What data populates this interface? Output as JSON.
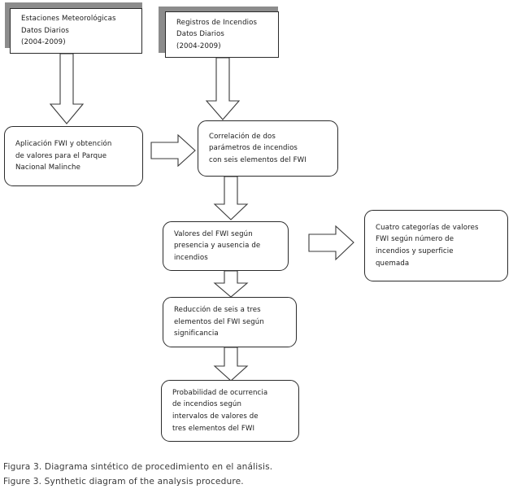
{
  "figure": {
    "caption_es": "Figura 3. Diagrama sintético de procedimiento en el análisis.",
    "caption_en": "Figure 3. Synthetic diagram of the analysis procedure."
  },
  "diagram": {
    "type": "flowchart",
    "background_color": "#ffffff",
    "line_color": "#2b2b2b",
    "shadow_color": "#8c8c8c",
    "nodes": [
      {
        "id": "weather-stations",
        "shape": "stacked-rectangle",
        "text": "Estaciones Meteorológicas\nDatos Diarios\n(2004-2009)"
      },
      {
        "id": "fire-records",
        "shape": "stacked-rectangle",
        "text": "Registros de Incendios\nDatos Diarios\n(2004-2009)"
      },
      {
        "id": "fwi-application",
        "shape": "rounded-rectangle",
        "text": "Aplicación FWI y obtención\nde valores para el Parque\nNacional Malinche"
      },
      {
        "id": "correlation",
        "shape": "rounded-rectangle",
        "text": "Correlación de dos\nparámetros de incendios\ncon seis elementos del FWI"
      },
      {
        "id": "fwi-values",
        "shape": "rounded-rectangle",
        "text": "Valores del FWI según\npresencia y ausencia de\nincendios"
      },
      {
        "id": "four-categories",
        "shape": "rounded-rectangle",
        "text": "Cuatro categorías de valores\nFWI según número de\nincendios y superficie\nquemada"
      },
      {
        "id": "reduction",
        "shape": "rounded-rectangle",
        "text": "Reducción de seis a tres\nelementos del FWI según\nsignificancia"
      },
      {
        "id": "probability",
        "shape": "rounded-rectangle",
        "text": "Probabilidad de ocurrencia\nde incendios según\nintervalos de valores de\ntres elementos del FWI"
      }
    ],
    "edges": [
      {
        "id": "edge-weather-to-fwi",
        "from": "weather-stations",
        "to": "fwi-application",
        "direction": "down"
      },
      {
        "id": "edge-records-to-correlation",
        "from": "fire-records",
        "to": "correlation",
        "direction": "down"
      },
      {
        "id": "edge-fwi-to-correlation",
        "from": "fwi-application",
        "to": "correlation",
        "direction": "right"
      },
      {
        "id": "edge-correlation-to-values",
        "from": "correlation",
        "to": "fwi-values",
        "direction": "down"
      },
      {
        "id": "edge-values-to-categories",
        "from": "fwi-values",
        "to": "four-categories",
        "direction": "right"
      },
      {
        "id": "edge-values-to-reduction",
        "from": "fwi-values",
        "to": "reduction",
        "direction": "down"
      },
      {
        "id": "edge-reduction-to-probability",
        "from": "reduction",
        "to": "probability",
        "direction": "down"
      }
    ]
  }
}
